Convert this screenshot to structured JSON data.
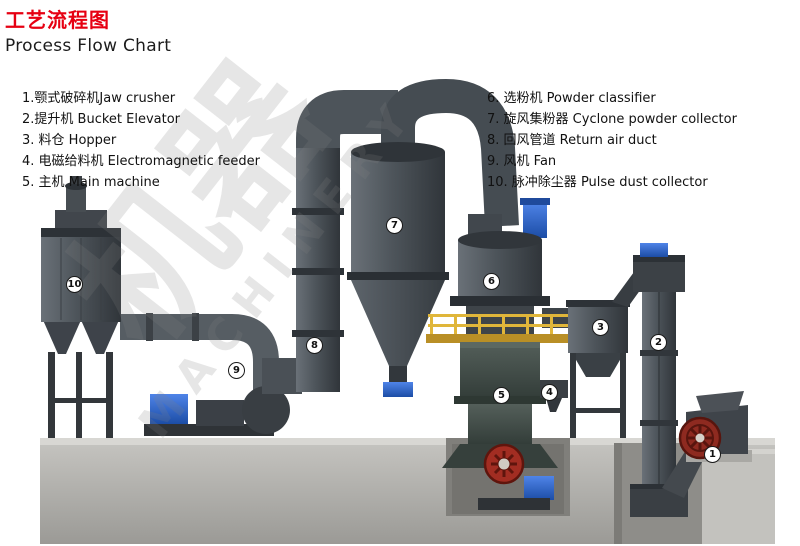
{
  "header": {
    "title_zh": "工艺流程图",
    "title_en": "Process Flow Chart",
    "accent_color": "#e60012"
  },
  "legend": {
    "left": [
      "1.颚式破碎机Jaw crusher",
      "2.提升机 Bucket Elevator",
      "3. 料仓 Hopper",
      "4. 电磁给料机 Electromagnetic feeder",
      "5. 主机 Main machine"
    ],
    "right": [
      "6. 选粉机 Powder classifier",
      "7. 旋风集粉器 Cyclone powder collector",
      "8. 回风管道 Return air duct",
      "9. 风机 Fan",
      "10. 脉冲除尘器 Pulse dust collector"
    ]
  },
  "markers": [
    "1",
    "2",
    "3",
    "4",
    "5",
    "6",
    "7",
    "8",
    "9",
    "10"
  ],
  "watermark": {
    "zh": "机器",
    "en": "MACHINERY"
  },
  "colors": {
    "metal_dark": "#3a3f44",
    "metal_mid": "#4a5056",
    "blue_motor": "#2b64c8",
    "yellow_platform": "#e0b63a",
    "red_flywheel": "#8e2a20",
    "ground": "#b4b3b0"
  }
}
